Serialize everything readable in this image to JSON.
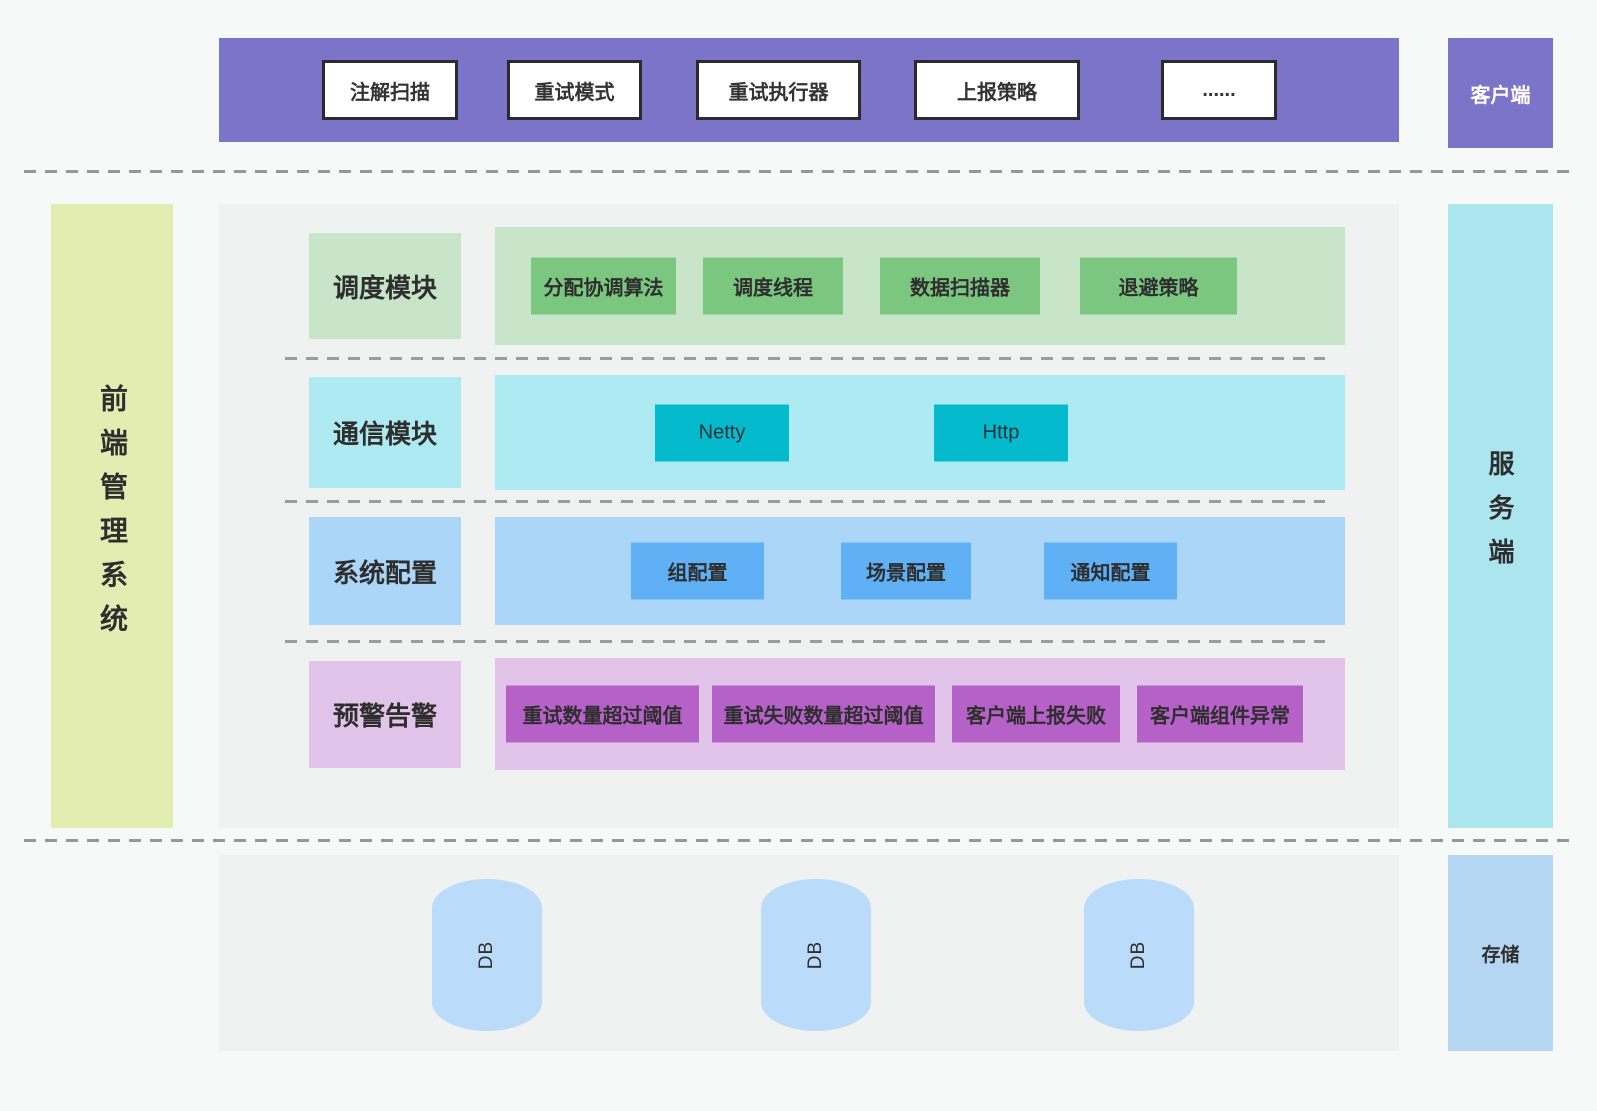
{
  "client_layer": {
    "side_label": "客户端",
    "items": [
      "注解扫描",
      "重试模式",
      "重试执行器",
      "上报策略",
      "......"
    ]
  },
  "frontend_sidebar": {
    "label": "前端管理系统"
  },
  "server_sidebar": {
    "label": "服务端"
  },
  "server_rows": [
    {
      "label": "调度模块",
      "items": [
        "分配协调算法",
        "调度线程",
        "数据扫描器",
        "退避策略"
      ]
    },
    {
      "label": "通信模块",
      "items": [
        "Netty",
        "Http"
      ]
    },
    {
      "label": "系统配置",
      "items": [
        "组配置",
        "场景配置",
        "通知配置"
      ]
    },
    {
      "label": "预警告警",
      "items": [
        "重试数量超过阈值",
        "重试失败数量超过阈值",
        "客户端上报失败",
        "客户端组件异常"
      ]
    }
  ],
  "storage_layer": {
    "side_label": "存储",
    "databases": [
      "DB",
      "DB",
      "DB"
    ]
  },
  "colors": {
    "client_bar": "#7c74c9",
    "frontend_sidebar": "#e3edb2",
    "server_sidebar": "#abe5ee",
    "scheduling_container": "#c8e5c9",
    "scheduling_item": "#7cc780",
    "communication_container": "#aeeaf1",
    "communication_item": "#06bace",
    "config_container": "#acd6f8",
    "config_item": "#5fb0f4",
    "alert_container": "#e2c3e9",
    "alert_item": "#b561c7",
    "db_cylinder": "#badcfa",
    "storage_box": "#b5d6f2",
    "panel_background": "#f0f1f1",
    "page_background": "#f7f8f8",
    "dashed_line": "#979797"
  }
}
